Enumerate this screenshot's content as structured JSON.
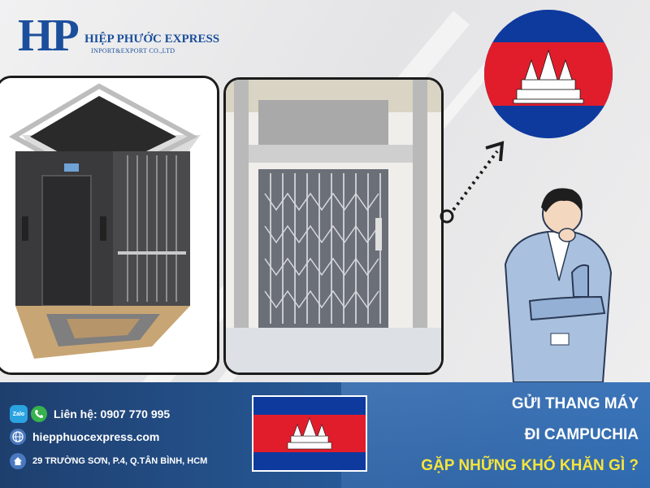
{
  "logo": {
    "mark": "HP",
    "name": "HIỆP PHƯỚC EXPRESS",
    "subtitle": "INPORT&EXPORT CO.,LTD"
  },
  "contact": {
    "zalo_badge": "Zalo",
    "phone": "Liên hệ: 0907 770 995",
    "website": "hiepphuocexpress.com",
    "address": "29 TRƯỜNG SƠN, P.4, Q.TÂN BÌNH, HCM"
  },
  "headline": {
    "line1": "GỬI THANG MÁY",
    "line2": "ĐI CAMPUCHIA",
    "line3": "GẶP NHỮNG KHÓ KHĂN GÌ ?"
  },
  "colors": {
    "brand_blue": "#1b4f9c",
    "banner_blue": "#275a99",
    "headline_yellow": "#f6e43c",
    "flag_blue": "#0e3a9e",
    "flag_red": "#e11d2b"
  },
  "icons": {
    "phone": "phone-icon",
    "web": "globe-icon",
    "address": "home-icon",
    "arrow": "dotted-arrow-icon"
  }
}
